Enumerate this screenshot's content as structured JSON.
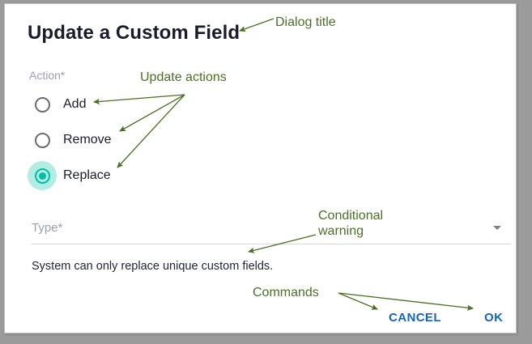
{
  "dialog": {
    "title": "Update a Custom Field",
    "action_group": {
      "label": "Action*",
      "options": [
        {
          "label": "Add",
          "selected": false
        },
        {
          "label": "Remove",
          "selected": false
        },
        {
          "label": "Replace",
          "selected": true
        }
      ]
    },
    "type_field": {
      "label": "Type*",
      "value": "",
      "icon": "chevron-down-icon"
    },
    "warning": "System can only replace unique custom fields.",
    "commands": {
      "cancel": "CANCEL",
      "ok": "OK"
    }
  },
  "annotations": [
    {
      "id": "dialog-title",
      "text": "Dialog title"
    },
    {
      "id": "update-actions",
      "text": "Update actions"
    },
    {
      "id": "cond-warning",
      "text": "Conditional\nwarning"
    },
    {
      "id": "cond-warning-1",
      "text": "Conditional"
    },
    {
      "id": "cond-warning-2",
      "text": "warning"
    },
    {
      "id": "commands",
      "text": "Commands"
    }
  ],
  "colors": {
    "annotation_green": "#4a7023",
    "accent_teal": "#00bfa5",
    "accent_teal_halo": "#b2ece2",
    "command_blue": "#1565c0",
    "muted_label": "#9d9db0",
    "page_background": "#9b9b9b",
    "card_background": "#ffffff",
    "card_border": "#bfbfbf"
  }
}
